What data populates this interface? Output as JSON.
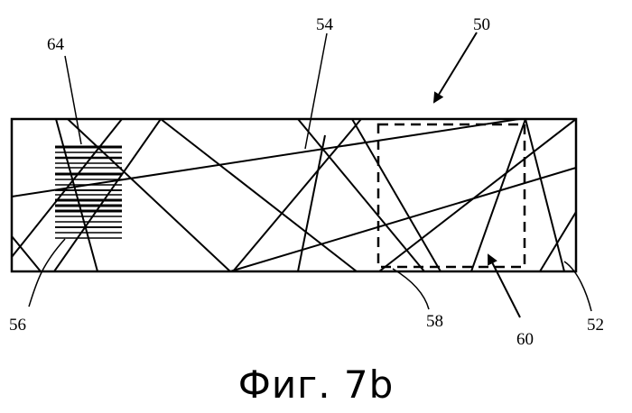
{
  "figure": {
    "caption": "Фиг. 7b",
    "reference_labels": {
      "label_50": "50",
      "label_52": "52",
      "label_54": "54",
      "label_56": "56",
      "label_58": "58",
      "label_60": "60",
      "label_64": "64"
    }
  }
}
